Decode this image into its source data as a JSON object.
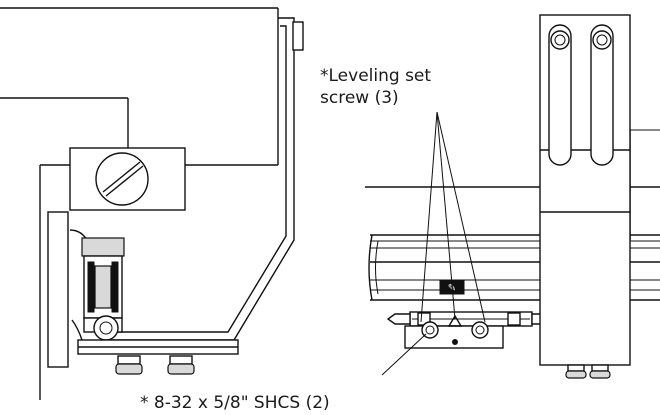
{
  "labels": {
    "leveling_line1": "*Leveling set",
    "leveling_line2": "screw (3)",
    "shcs": "* 8-32 x 5/8\" SHCS (2)"
  }
}
